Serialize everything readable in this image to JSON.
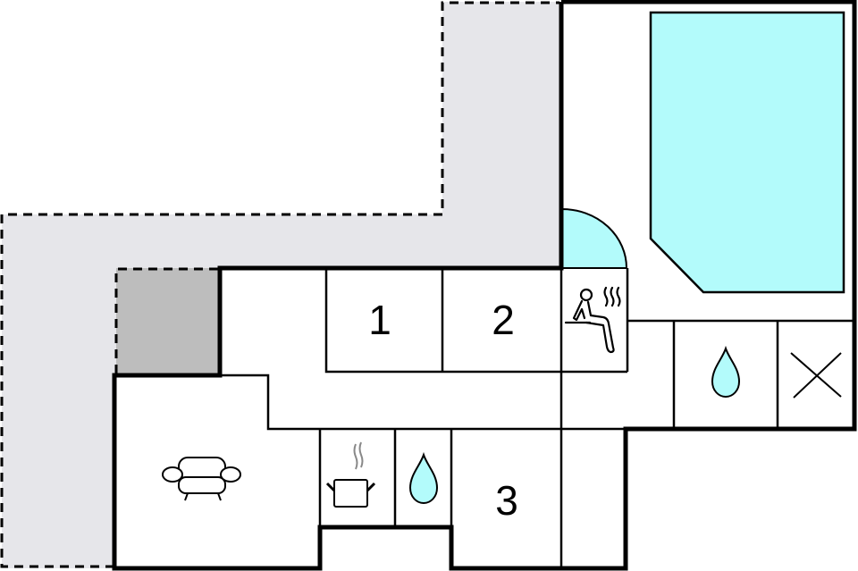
{
  "floorplan": {
    "colors": {
      "background": "#ffffff",
      "terrace": "#e6e6ea",
      "covered_area": "#bdbdbd",
      "water": "#b3fbfb",
      "wall": "#000000",
      "steam": "#888888"
    },
    "rooms": [
      {
        "id": "bedroom-1",
        "label": "1"
      },
      {
        "id": "bedroom-2",
        "label": "2"
      },
      {
        "id": "bedroom-3",
        "label": "3"
      }
    ],
    "icons": [
      {
        "name": "sauna-icon",
        "room": "sauna"
      },
      {
        "name": "water-drop-icon",
        "room": "bathroom"
      },
      {
        "name": "toilet-x-icon",
        "room": "wc"
      },
      {
        "name": "armchair-icon",
        "room": "living-room"
      },
      {
        "name": "cooking-pot-icon",
        "room": "kitchen"
      },
      {
        "name": "water-drop-icon",
        "room": "utility"
      }
    ],
    "features": [
      "pool",
      "pool-shower-arc",
      "terrace",
      "covered-terrace"
    ]
  }
}
